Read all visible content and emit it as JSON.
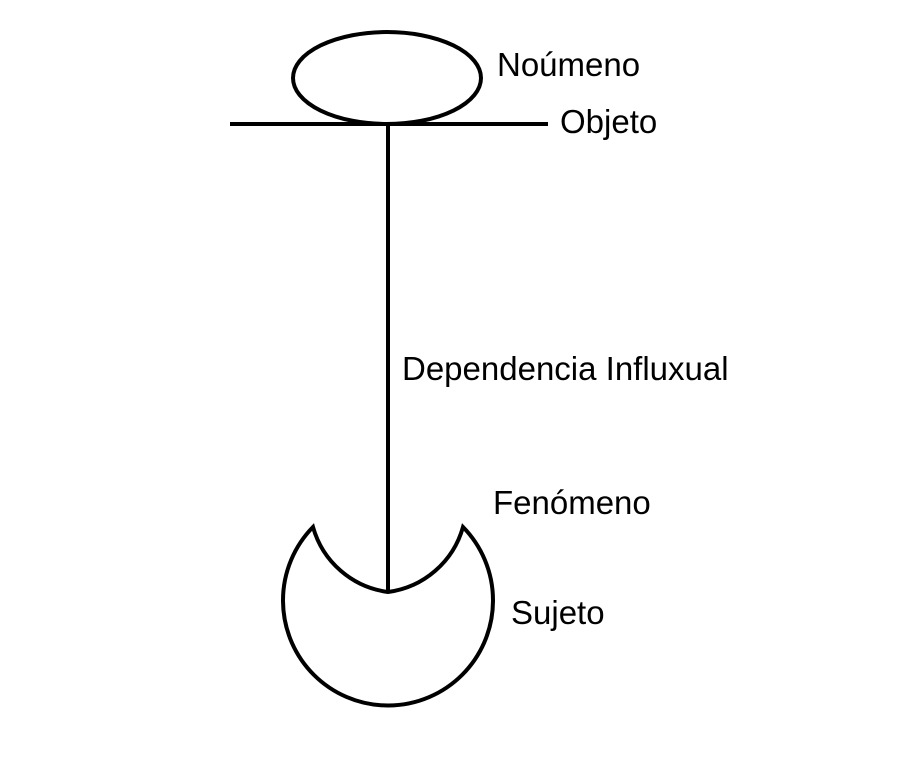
{
  "labels": {
    "noumeno": "Noúmeno",
    "objeto": "Objeto",
    "dependencia": "Dependencia Influxual",
    "fenomeno": "Fenómeno",
    "sujeto": "Sujeto"
  },
  "colors": {
    "stroke": "#000000",
    "background": "#ffffff"
  }
}
